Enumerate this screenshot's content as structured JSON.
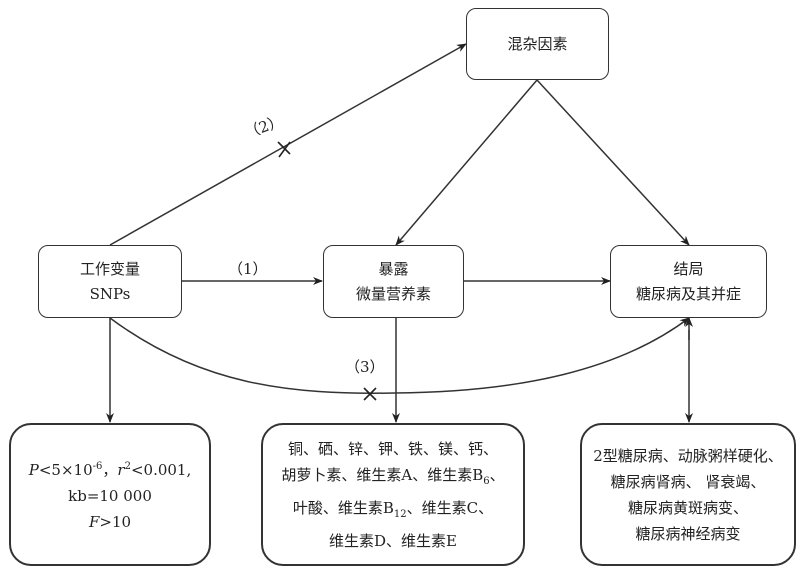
{
  "diagram": {
    "nodes": {
      "confounders": {
        "label": "混杂因素"
      },
      "instrument": {
        "title": "工作变量",
        "subtitle": "SNPs"
      },
      "exposure": {
        "title": "暴露",
        "subtitle": "微量营养素"
      },
      "outcome": {
        "title": "结局",
        "subtitle": "糖尿病及其并症"
      },
      "criteria": {
        "line1_p": "P",
        "line1_a": "<5×10",
        "line1_exp": "-6",
        "line1_b": "，",
        "line1_r": "r",
        "line1_r_exp": "2",
        "line1_c": "<0.001,",
        "line2": "kb=10 000",
        "line3_f": "F",
        "line3_rest": ">10"
      },
      "nutrients": {
        "line1": "铜、硒、锌、钾、铁、镁、钙、",
        "line2_a": "胡萝卜素、维生素A、维生素B",
        "line2_sub": "6",
        "line2_b": "、",
        "line3_a": "叶酸、维生素B",
        "line3_sub": "12",
        "line3_b": "、维生素C、",
        "line4": "维生素D、维生素E"
      },
      "diseases": {
        "lines": [
          "2型糖尿病、动脉粥样硬化、",
          "糖尿病肾病、 肾衰竭、",
          "糖尿病黄斑病变、",
          "糖尿病神经病变"
        ]
      }
    },
    "assumption_labels": {
      "a1": "（1）",
      "a2": "（2）",
      "a3": "（3）"
    }
  }
}
